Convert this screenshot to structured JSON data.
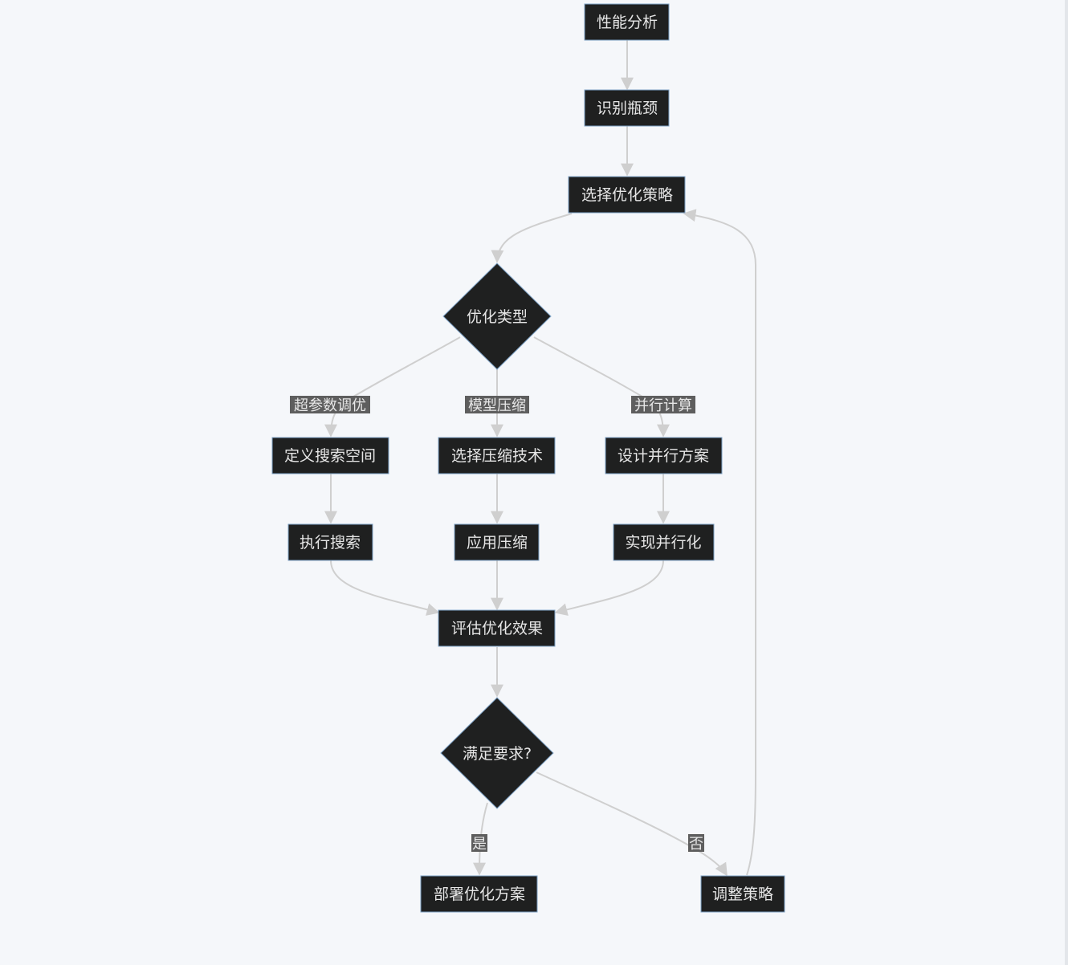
{
  "nodes": {
    "perf_analysis": "性能分析",
    "identify_bottleneck": "识别瓶颈",
    "choose_strategy": "选择优化策略",
    "opt_type": "优化类型",
    "define_search_space": "定义搜索空间",
    "choose_compression": "选择压缩技术",
    "design_parallel": "设计并行方案",
    "run_search": "执行搜索",
    "apply_compression": "应用压缩",
    "implement_parallel": "实现并行化",
    "evaluate": "评估优化效果",
    "meets_req": "满足要求?",
    "deploy": "部署优化方案",
    "adjust": "调整策略"
  },
  "edge_labels": {
    "hyperparam": "超参数调优",
    "compression": "模型压缩",
    "parallel": "并行计算",
    "yes": "是",
    "no": "否"
  },
  "colors": {
    "background": "#f5f7fa",
    "node_fill": "#1f2020",
    "node_border": "#7fa3c7",
    "edge": "#cfcfcf",
    "label_bg": "#5e5e5e"
  }
}
